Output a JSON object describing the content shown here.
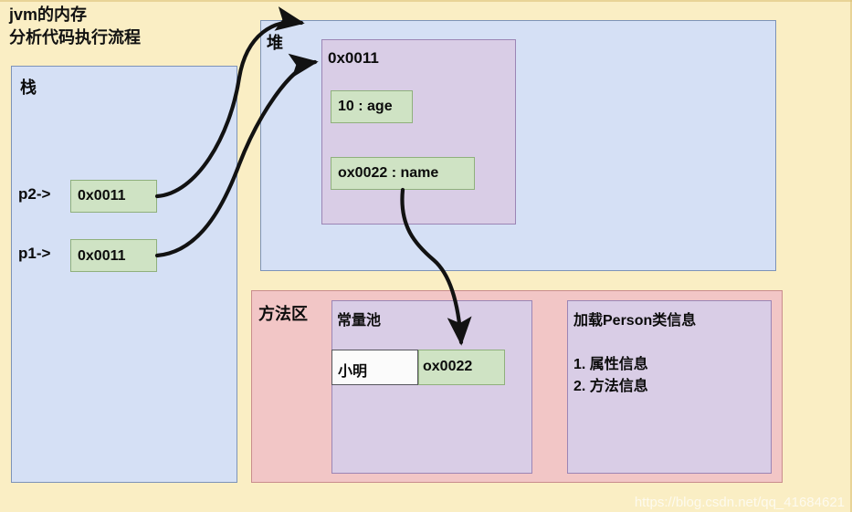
{
  "diagram": {
    "title": "jvm的内存\n分析代码执行流程",
    "watermark": "https://blog.csdn.net/qq_41684621",
    "background_color": "#faeec4"
  },
  "stack": {
    "label": "栈",
    "fill_color": "#d5e0f5",
    "variables": [
      {
        "name": "p2->",
        "value": "0x0011"
      },
      {
        "name": "p1->",
        "value": "0x0011"
      }
    ]
  },
  "heap": {
    "label": "堆",
    "fill_color": "#d5e0f5",
    "object": {
      "address": "0x0011",
      "fill_color": "#d9cde6",
      "fields": [
        {
          "text": "10 : age"
        },
        {
          "text": "ox0022 : name"
        }
      ]
    }
  },
  "method_area": {
    "label": "方法区",
    "fill_color": "#f2c6c6",
    "constant_pool": {
      "label": "常量池",
      "fill_color": "#d9cde6",
      "entry": {
        "value": "小明",
        "address": "ox0022"
      }
    },
    "class_info": {
      "title": "加载Person类信息",
      "items": "1. 属性信息\n2. 方法信息",
      "fill_color": "#d9cde6"
    }
  },
  "arrows": [
    {
      "name": "p2-to-heap",
      "from": "p2-value-box",
      "to": "heap-box-top"
    },
    {
      "name": "p1-to-object",
      "from": "p1-value-box",
      "to": "object-address"
    },
    {
      "name": "name-to-constant-pool",
      "from": "object-field-name",
      "to": "constant-pool-address-cell"
    }
  ]
}
